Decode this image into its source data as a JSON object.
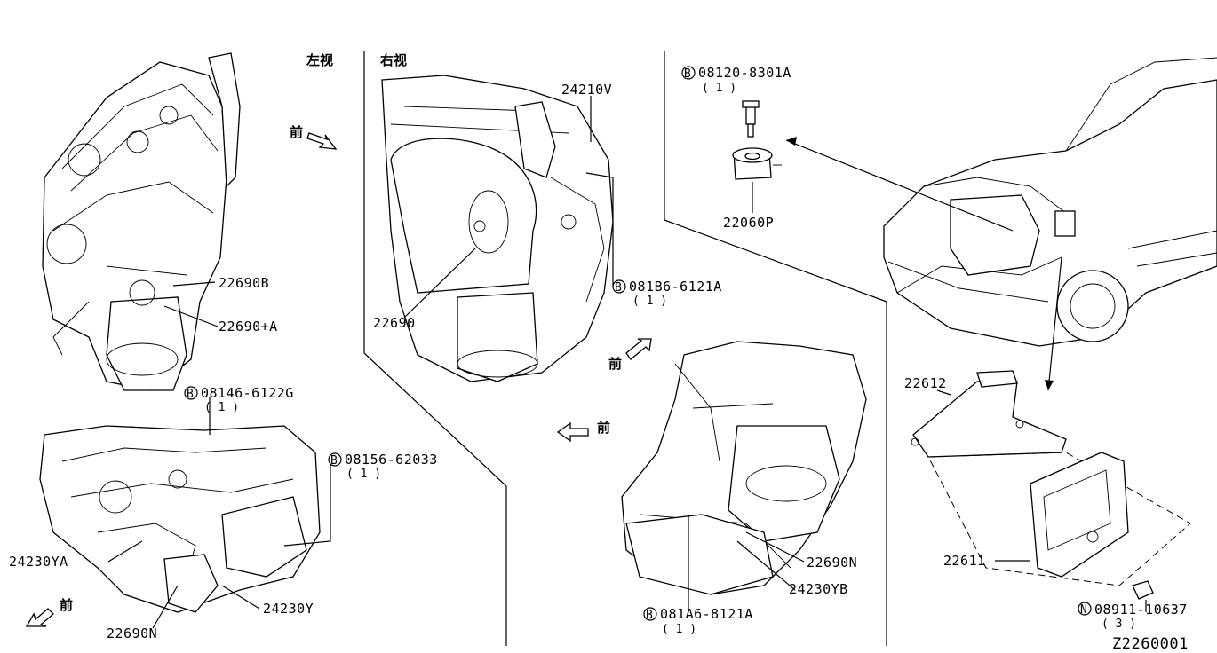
{
  "view_labels": {
    "left_view": "左视",
    "right_view": "右视",
    "front": "前"
  },
  "parts": {
    "p22690B": "22690B",
    "p22690A": "22690+A",
    "p08146": "08146-6122G",
    "p08146_qty": "( 1 )",
    "p08156": "08156-62033",
    "p08156_qty": "( 1 )",
    "p24230YA": "24230YA",
    "p22690N_left": "22690N",
    "p24230Y": "24230Y",
    "p24210V": "24210V",
    "p081B6": "081B6-6121A",
    "p081B6_qty": "( 1 )",
    "p22690": "22690",
    "p08120": "08120-8301A",
    "p08120_qty": "( 1 )",
    "p22060P": "22060P",
    "p22612": "22612",
    "p22611": "22611",
    "p08911": "08911-10637",
    "p08911_qty": "( 3 )",
    "p22690N_right": "22690N",
    "p24230YB": "24230YB",
    "p081A6": "081A6-8121A",
    "p081A6_qty": "( 1 )"
  },
  "badges": {
    "bolt": "B",
    "nut": "N"
  },
  "diagram_id": "Z2260001"
}
